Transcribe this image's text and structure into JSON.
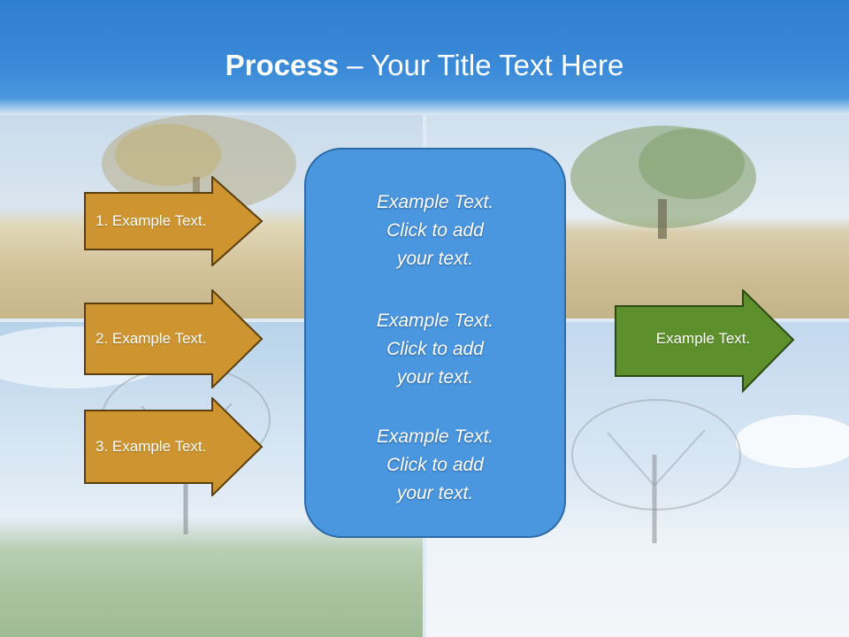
{
  "slide": {
    "title_bold": "Process",
    "title_rest": " – Your Title Text Here"
  },
  "inputs": [
    {
      "label": "1. Example Text."
    },
    {
      "label": "2. Example Text."
    },
    {
      "label": "3. Example Text."
    }
  ],
  "center_panel": {
    "blocks": [
      {
        "line1": "Example Text.",
        "line2": "Click  to add",
        "line3": "your text."
      },
      {
        "line1": "Example Text.",
        "line2": "Click  to add",
        "line3": "your text."
      },
      {
        "line1": "Example Text.",
        "line2": "Click  to add",
        "line3": "your text."
      }
    ]
  },
  "output": {
    "label": "Example Text."
  },
  "colors": {
    "input_arrow_fill": "#cd9430",
    "input_arrow_stroke": "#5a3f0d",
    "output_arrow_fill": "#5d8f2c",
    "output_arrow_stroke": "#2d4a12",
    "panel_fill": "#4a97e0",
    "title_bar": "#2f7fcf"
  }
}
